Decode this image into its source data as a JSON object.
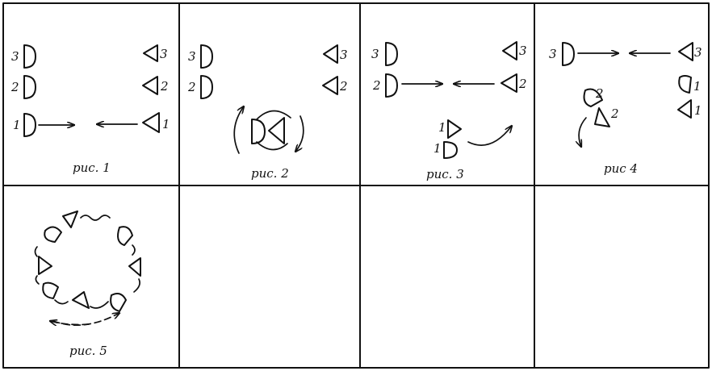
{
  "panels": [
    {
      "caption": "рис. 1",
      "labels": [
        "3",
        "2",
        "1",
        "3",
        "2",
        "1"
      ]
    },
    {
      "caption": "рис. 2",
      "labels": [
        "3",
        "2",
        "3",
        "2"
      ]
    },
    {
      "caption": "рис. 3",
      "labels": [
        "3",
        "2",
        "3",
        "2",
        "1",
        "1"
      ]
    },
    {
      "caption": "рис 4",
      "labels": [
        "3",
        "3",
        "2",
        "2",
        "1",
        "1"
      ]
    },
    {
      "caption": "рис. 5",
      "labels": []
    }
  ]
}
